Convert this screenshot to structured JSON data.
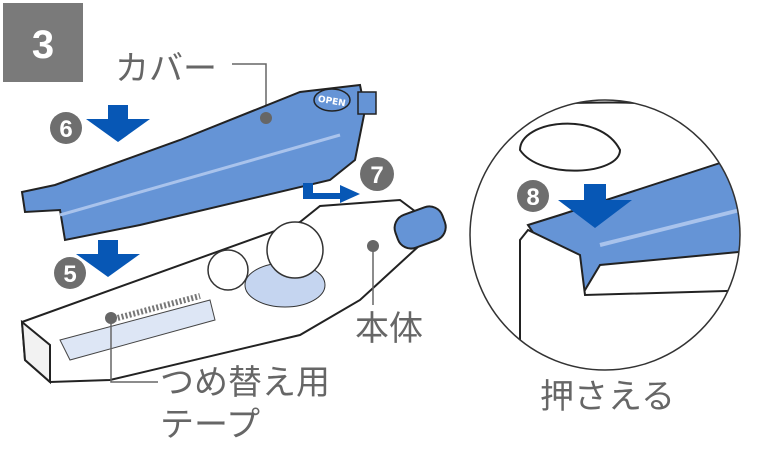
{
  "step": {
    "number": "3"
  },
  "labels": {
    "cover": "カバー",
    "body": "本体",
    "refill_line1": "つめ替え用",
    "refill_line2": "テープ",
    "press": "押さえる",
    "open": "OPEN"
  },
  "markers": [
    "5",
    "6",
    "7",
    "8"
  ],
  "colors": {
    "step_box": "#7a7a7a",
    "cover_blue": "#6594d6",
    "arrow_blue": "#0757b5",
    "marker_gray": "#6e6e6e",
    "label_gray": "#666666"
  }
}
